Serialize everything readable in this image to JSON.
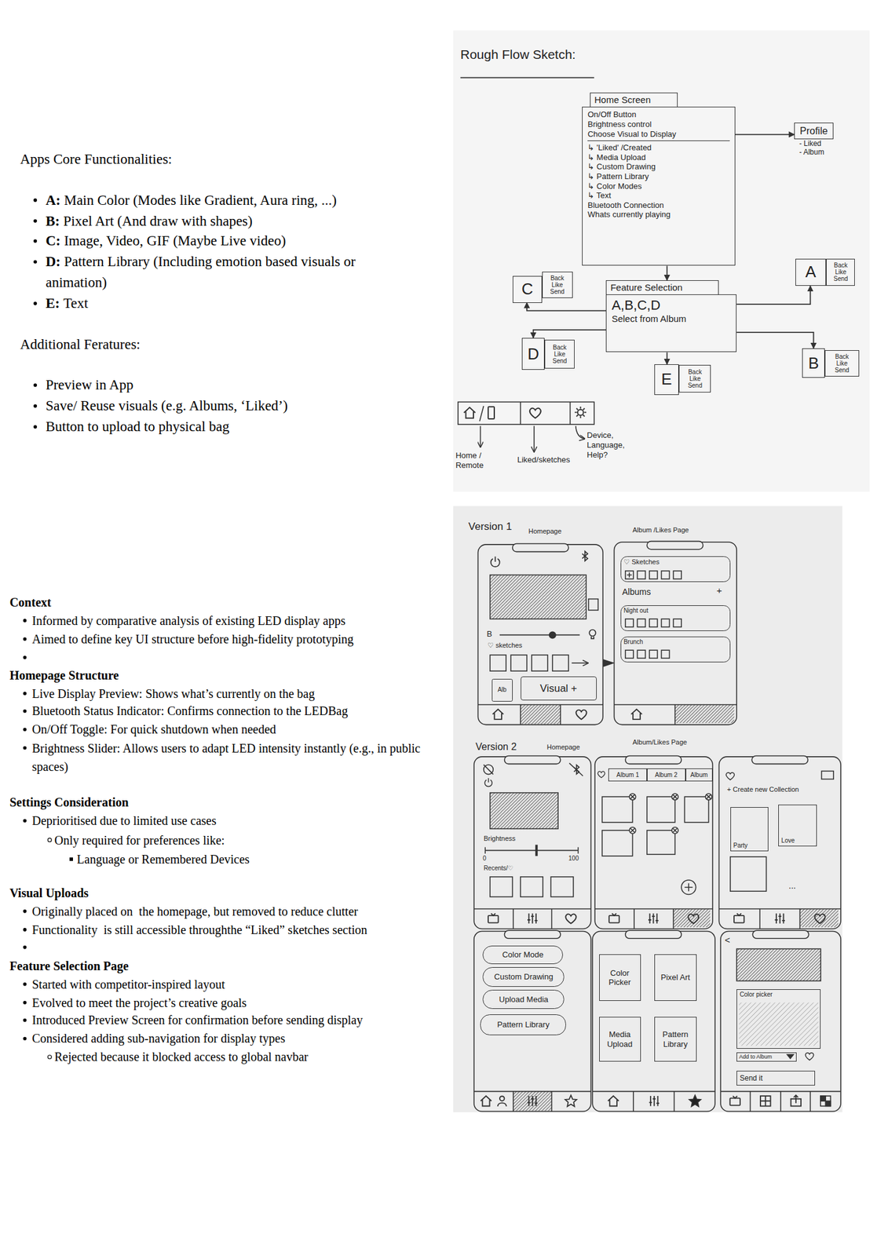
{
  "diagram": {
    "nodes": [
      {
        "text": [
          "Home Screen",
          "On/Off Button",
          "Brightness control",
          "Choose Visual to Display",
          "↳ 'Liked' /Created",
          "↳ Media Upload",
          "↳ Custom Drawing",
          "↳ Pattern Library",
          "↳ Color Modes",
          "↳ Text",
          "Bluetooth Connection",
          "Whats currently playing"
        ]
      },
      {
        "text": [
          "Profile",
          "- Liked",
          "- Album"
        ]
      },
      {
        "text": [
          "A"
        ]
      },
      {
        "text": [
          "Back",
          "Like",
          "Send"
        ]
      },
      {
        "text": [
          "C"
        ]
      },
      {
        "text": [
          "Back",
          "Like",
          "Send"
        ]
      },
      {
        "text": [
          "Feature Selection",
          "A,B,C,D",
          "Select from Album"
        ]
      },
      {
        "text": [
          "D"
        ]
      },
      {
        "text": [
          "Back",
          "Like",
          "Send"
        ]
      },
      {
        "text": [
          "B"
        ]
      },
      {
        "text": [
          "Back",
          "Like",
          "Send"
        ]
      },
      {
        "text": [
          "E"
        ]
      },
      {
        "text": [
          "Back",
          "Like",
          "Send"
        ]
      },
      {
        "text": [
          "Alb"
        ]
      },
      {
        "text": [
          "Visual +"
        ]
      },
      {
        "text": [
          "♡ Sketches"
        ]
      },
      {
        "text": [
          "Night out"
        ]
      },
      {
        "text": [
          "Brunch"
        ]
      },
      {
        "text": [
          "Album 1"
        ]
      },
      {
        "text": [
          "Album 2"
        ]
      },
      {
        "text": [
          "Album"
        ]
      },
      {
        "text": [
          "Party"
        ]
      },
      {
        "text": [
          "Love"
        ]
      },
      {
        "text": [
          "Color Mode"
        ]
      },
      {
        "text": [
          "Custom Drawing"
        ]
      },
      {
        "text": [
          "Upload Media"
        ]
      },
      {
        "text": [
          "Pattern Library"
        ]
      },
      {
        "text": [
          "Color Picker"
        ]
      },
      {
        "text": [
          "Pixel Art"
        ]
      },
      {
        "text": [
          "Media Upload"
        ]
      },
      {
        "text": [
          "Pattern Library"
        ]
      },
      {
        "text": [
          "Color picker"
        ]
      },
      {
        "text": [
          "Add to Album"
        ]
      },
      {
        "text": [
          "Send it"
        ]
      }
    ],
    "edges": [
      {
        "from": 0,
        "to": 1,
        "arrow": "to"
      },
      {
        "from": 0,
        "to": 6,
        "arrow": "to"
      },
      {
        "from": 6,
        "to": 2,
        "arrow": "to"
      },
      {
        "from": 6,
        "to": 4,
        "arrow": "to"
      },
      {
        "from": 6,
        "to": 7,
        "arrow": "to"
      },
      {
        "from": 6,
        "to": 9,
        "arrow": "to"
      },
      {
        "from": 6,
        "to": 11,
        "arrow": "to"
      }
    ],
    "labels": [
      "Apps Core Functionalities:",
      "A:",
      "Main Color (Modes like Gradient, Aura ring, ...)",
      "B:",
      "Pixel Art (And draw with shapes)",
      "C:",
      "Image, Video, GIF (Maybe Live video)",
      "D:",
      "Pattern Library (Including emotion based visuals or animation)",
      "E:",
      "Text",
      "Additional Feratures:",
      "Preview in App",
      "Save/ Reuse visuals (e.g. Albums, ‘Liked’)",
      "Button to upload to physical bag",
      "Context",
      "Informed by comparative analysis of existing LED display apps",
      "Aimed to define key UI structure before high-fidelity prototyping",
      "Homepage Structure",
      "Live Display Preview: Shows what’s currently on the bag",
      "Bluetooth Status Indicator: Confirms connection to the LEDBag",
      "On/Off Toggle: For quick shutdown when needed",
      "Brightness Slider: Allows users to adapt LED intensity instantly (e.g., in public spaces)",
      "Settings Consideration",
      "Deprioritised due to limited use cases",
      "Only required for preferences like:",
      "Language or Remembered Devices",
      "Visual Uploads",
      "Originally placed on  the homepage, but removed to reduce clutter",
      "Functionality  is still accessible throughthe “Liked” sketches section",
      "Feature Selection Page",
      "Started with competitor-inspired layout",
      "Evolved to meet the project’s creative goals",
      "Introduced Preview Screen for confirmation before sending display",
      "Considered adding sub-navigation for display types",
      "Rejected because it blocked access to global navbar",
      "Rough Flow Sketch:",
      "Home / Remote",
      "Liked/sketches",
      "Device, Language, Help?",
      "Version 1",
      "Homepage",
      "Album /Likes Page",
      "B",
      "♡ sketches",
      "Albums",
      "+",
      "Version 2",
      "Homepage",
      "Album/Likes Page",
      "Brightness",
      "0",
      "100",
      "Recents/♡",
      "+ Create new Collection",
      "...",
      "<"
    ]
  }
}
